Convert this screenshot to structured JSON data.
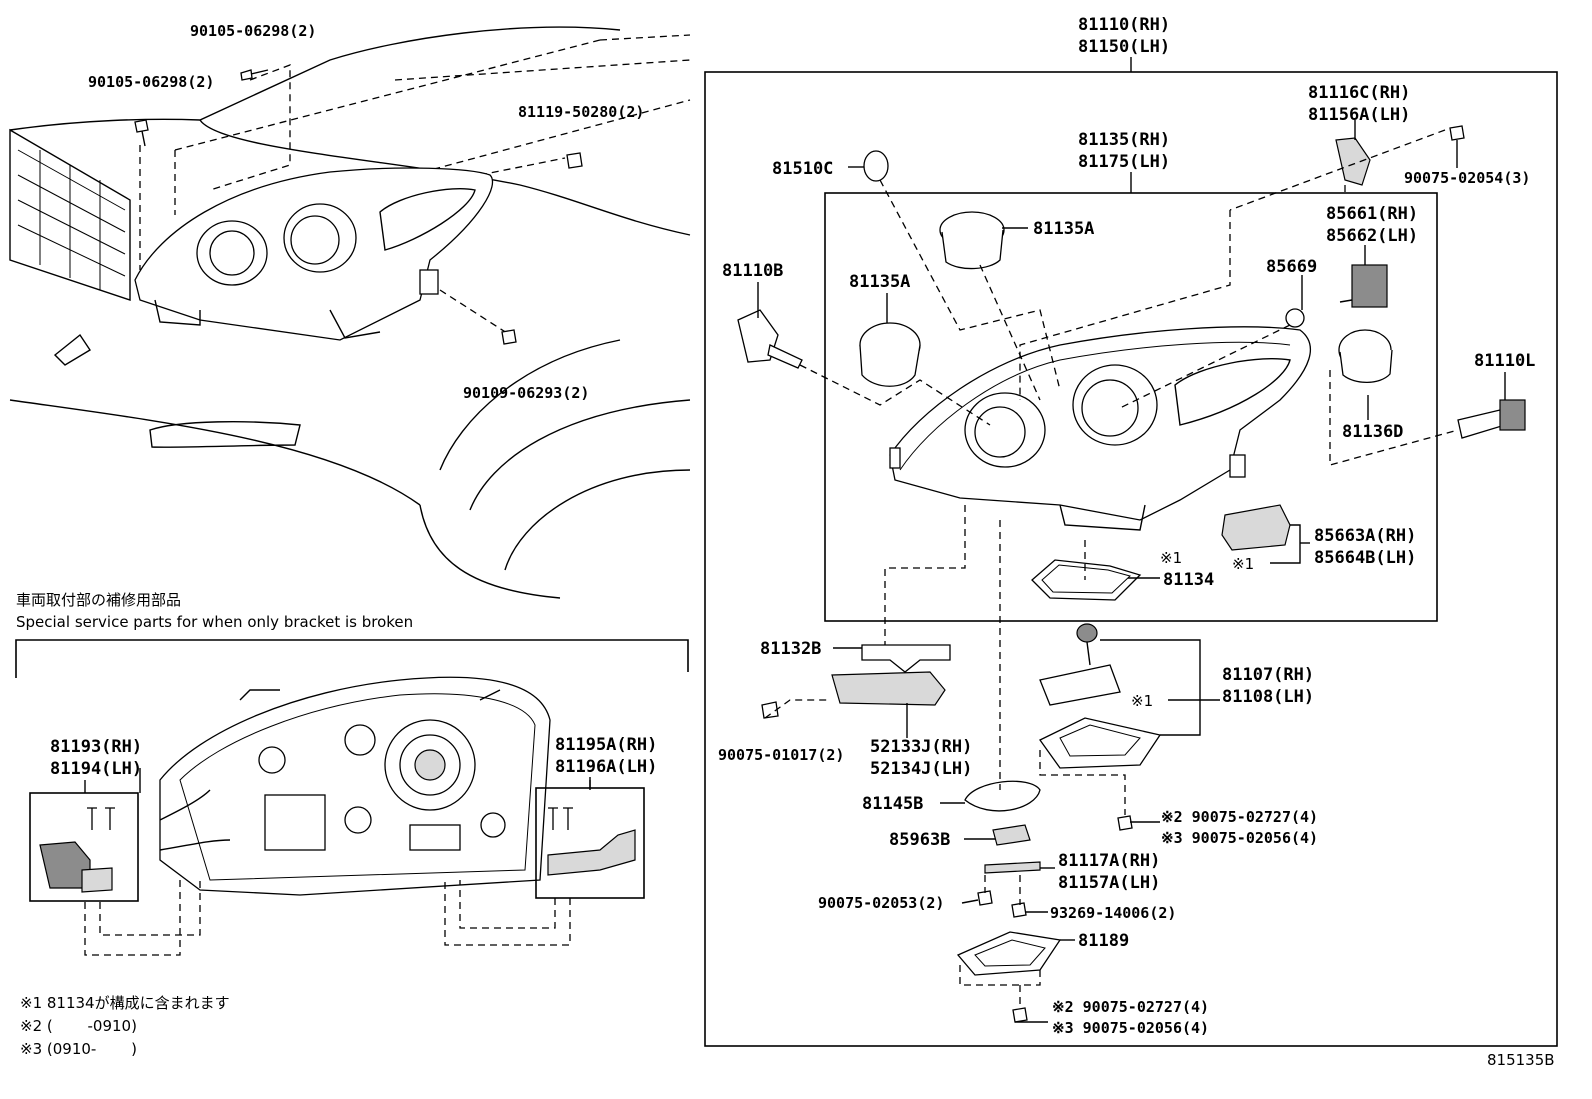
{
  "labels": {
    "p90105a": "90105-06298(2)",
    "p90105b": "90105-06298(2)",
    "p81119": "81119-50280(2)",
    "p90109": "90109-06293(2)",
    "p81110rh": "81110(RH)",
    "p81150lh": "81150(LH)",
    "p81116c": "81116C(RH)",
    "p81156a": "81156A(LH)",
    "p90075_02054": "90075-02054(3)",
    "p81135rh": "81135(RH)",
    "p81175lh": "81175(LH)",
    "p81510c": "81510C",
    "p81135a_top": "81135A",
    "p81110b": "81110B",
    "p81135a_left": "81135A",
    "p85661": "85661(RH)",
    "p85662": "85662(LH)",
    "p85669": "85669",
    "p81110l": "81110L",
    "p81136d": "81136D",
    "p85663a": "85663A(RH)",
    "p85664b": "85664B(LH)",
    "mark1_a": "※1",
    "mark1_b": "※1",
    "p81134": "81134",
    "p81132b": "81132B",
    "p81107": "81107(RH)",
    "p81108": "81108(LH)",
    "mark1_c": "※1",
    "p90075_01017": "90075-01017(2)",
    "p52133j": "52133J(RH)",
    "p52134j": "52134J(LH)",
    "p81145b": "81145B",
    "p90075_02727_a": "※2 90075-02727(4)",
    "p90075_02056_a": "※3 90075-02056(4)",
    "p85963b": "85963B",
    "p81117a": "81117A(RH)",
    "p81157a": "81157A(LH)",
    "p90075_02053": "90075-02053(2)",
    "p93269": "93269-14006(2)",
    "p81189": "81189",
    "p90075_02727_b": "※2 90075-02727(4)",
    "p90075_02056_b": "※3 90075-02056(4)",
    "p81193": "81193(RH)",
    "p81194": "81194(LH)",
    "p81195a": "81195A(RH)",
    "p81196a": "81196A(LH)"
  },
  "notes": {
    "bracket_jp": "車両取付部の補修用部品",
    "bracket_en": "Special service parts for when only bracket is broken",
    "footnote1": "※1 81134が構成に含まれます",
    "footnote2": "※2 (　　 -0910)",
    "footnote3": "※3 (0910-　　 )",
    "diagram_id": "815135B"
  }
}
